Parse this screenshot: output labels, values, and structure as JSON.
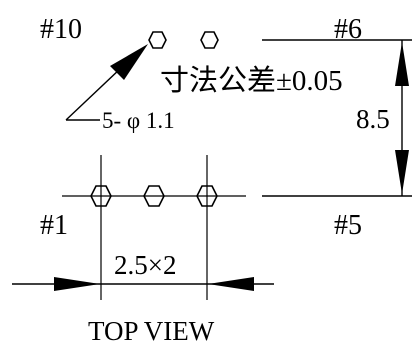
{
  "labels": {
    "pin10": "#10",
    "pin6": "#6",
    "pin1": "#1",
    "pin5": "#5",
    "tolerance": "寸法公差±0.05",
    "hole_callout": "5- φ 1.1",
    "height_dim": "8.5",
    "pitch_dim": "2.5×2",
    "view_title": "TOP VIEW"
  },
  "colors": {
    "stroke": "#000000",
    "background": "#ffffff"
  }
}
